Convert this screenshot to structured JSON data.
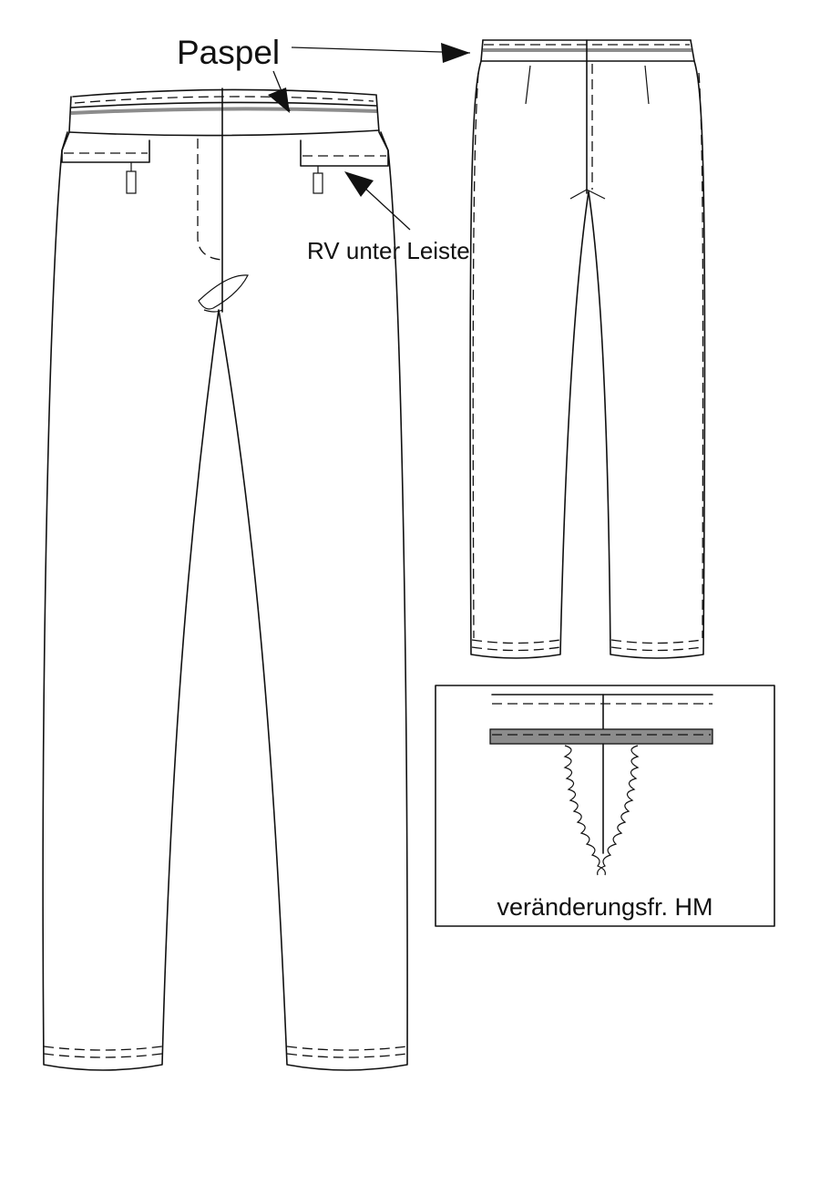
{
  "labels": {
    "paspel": "Paspel",
    "zipper_note": "RV unter Leiste",
    "detail_caption": "veränderungsfr. HM"
  },
  "colors": {
    "line": "#111111",
    "piping": "#8c8c8c",
    "background": "#ffffff"
  }
}
